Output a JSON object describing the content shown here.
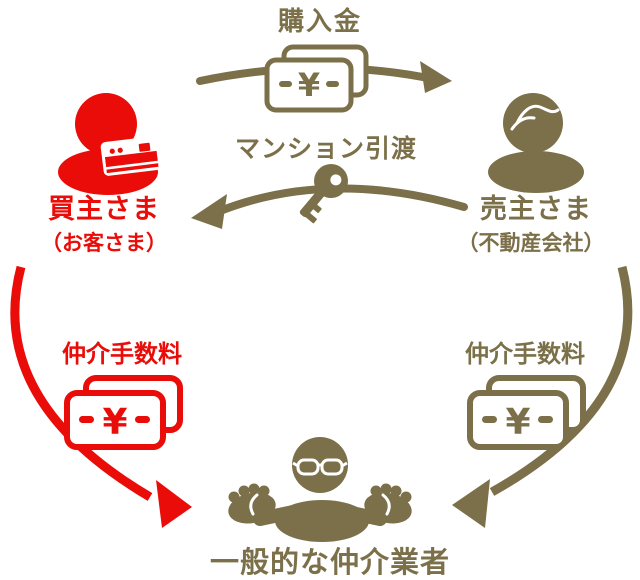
{
  "colors": {
    "buyer_red": "#ea0c08",
    "seller_olive": "#7b7049",
    "background": "#ffffff"
  },
  "nodes": {
    "buyer": {
      "label": "買主さま",
      "sublabel": "（お客さま）",
      "icon": "person-with-credit-card-icon",
      "color": "#ea0c08"
    },
    "seller": {
      "label": "売主さま",
      "sublabel": "（不動産会社）",
      "icon": "person-icon",
      "color": "#7b7049"
    },
    "agent": {
      "label": "一般的な仲介業者",
      "icon": "broker-open-hands-icon",
      "color": "#7b7049"
    }
  },
  "flows": {
    "purchase": {
      "label": "購入金",
      "from": "買主さま",
      "to": "売主さま",
      "icon": "yen-banknotes-icon",
      "color": "#7b7049",
      "direction": "left-to-right"
    },
    "handover": {
      "label": "マンション引渡",
      "from": "売主さま",
      "to": "買主さま",
      "icon": "key-icon",
      "color": "#7b7049",
      "direction": "right-to-left"
    },
    "buyer_fee": {
      "label": "仲介手数料",
      "from": "買主さま",
      "to": "一般的な仲介業者",
      "icon": "yen-banknotes-icon",
      "color": "#ea0c08",
      "direction": "down-right"
    },
    "seller_fee": {
      "label": "仲介手数料",
      "from": "売主さま",
      "to": "一般的な仲介業者",
      "icon": "yen-banknotes-icon",
      "color": "#7b7049",
      "direction": "down-left"
    }
  },
  "symbols": {
    "yen": "¥"
  }
}
